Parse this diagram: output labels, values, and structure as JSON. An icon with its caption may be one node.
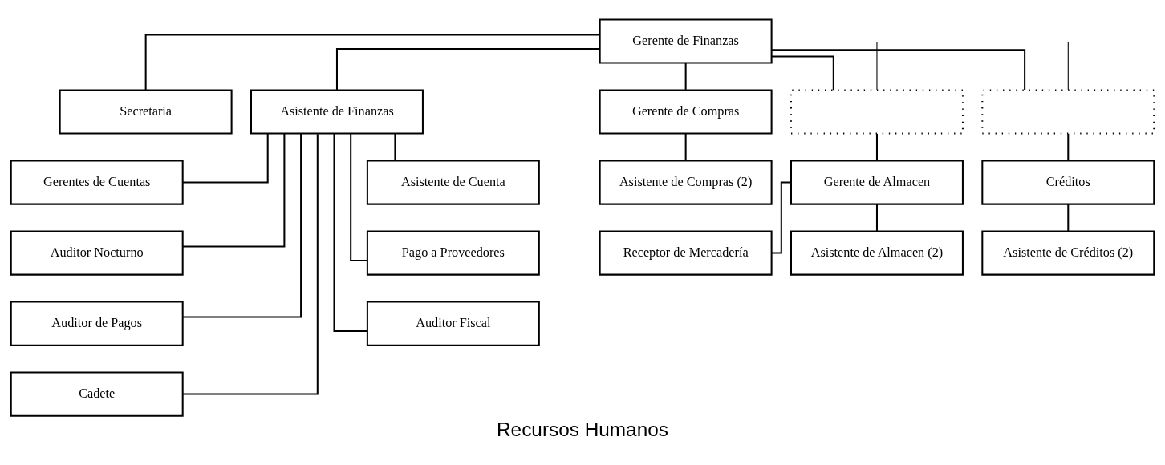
{
  "diagram": {
    "caption": "Recursos Humanos",
    "nodes": [
      {
        "text": [
          "Gerente de Finanzas"
        ]
      },
      {
        "text": [
          "Secretaria"
        ]
      },
      {
        "text": [
          "Asistente de Finanzas"
        ]
      },
      {
        "text": [
          "Gerente de Compras"
        ]
      },
      {
        "text": [],
        "shape": "box"
      },
      {
        "text": [],
        "shape": "box"
      },
      {
        "text": [
          "Gerentes de Cuentas"
        ]
      },
      {
        "text": [
          "Asistente de Cuenta"
        ]
      },
      {
        "text": [
          "Asistente de Compras (2)"
        ]
      },
      {
        "text": [
          "Gerente de Almacen"
        ]
      },
      {
        "text": [
          "Créditos"
        ]
      },
      {
        "text": [
          "Auditor Nocturno"
        ]
      },
      {
        "text": [
          "Pago a Proveedores"
        ]
      },
      {
        "text": [
          "Receptor de Mercadería"
        ]
      },
      {
        "text": [
          "Asistente de Almacen (2)"
        ]
      },
      {
        "text": [
          "Asistente de Créditos (2)"
        ]
      },
      {
        "text": [
          "Auditor de Pagos"
        ]
      },
      {
        "text": [
          "Auditor Fiscal"
        ]
      },
      {
        "text": [
          "Cadete"
        ]
      }
    ],
    "edges": [
      {
        "from": 0,
        "to": 1,
        "arrow": "none"
      },
      {
        "from": 0,
        "to": 2,
        "arrow": "none"
      },
      {
        "from": 0,
        "to": 3,
        "arrow": "none"
      },
      {
        "from": 0,
        "to": 4,
        "arrow": "none"
      },
      {
        "from": 0,
        "to": 5,
        "arrow": "none"
      },
      {
        "from": null,
        "to": 4,
        "arrow": "none"
      },
      {
        "from": null,
        "to": 5,
        "arrow": "none"
      },
      {
        "from": 2,
        "to": 6,
        "arrow": "none"
      },
      {
        "from": 2,
        "to": 7,
        "arrow": "none"
      },
      {
        "from": 2,
        "to": 11,
        "arrow": "none"
      },
      {
        "from": 2,
        "to": 12,
        "arrow": "none"
      },
      {
        "from": 2,
        "to": 16,
        "arrow": "none"
      },
      {
        "from": 2,
        "to": 17,
        "arrow": "none"
      },
      {
        "from": 2,
        "to": 18,
        "arrow": "none"
      },
      {
        "from": 3,
        "to": 8,
        "arrow": "none"
      },
      {
        "from": 4,
        "to": 9,
        "arrow": "none"
      },
      {
        "from": 9,
        "to": 13,
        "arrow": "none"
      },
      {
        "from": 9,
        "to": 14,
        "arrow": "none"
      },
      {
        "from": 5,
        "to": 10,
        "arrow": "none"
      },
      {
        "from": 10,
        "to": 15,
        "arrow": "none"
      }
    ]
  }
}
